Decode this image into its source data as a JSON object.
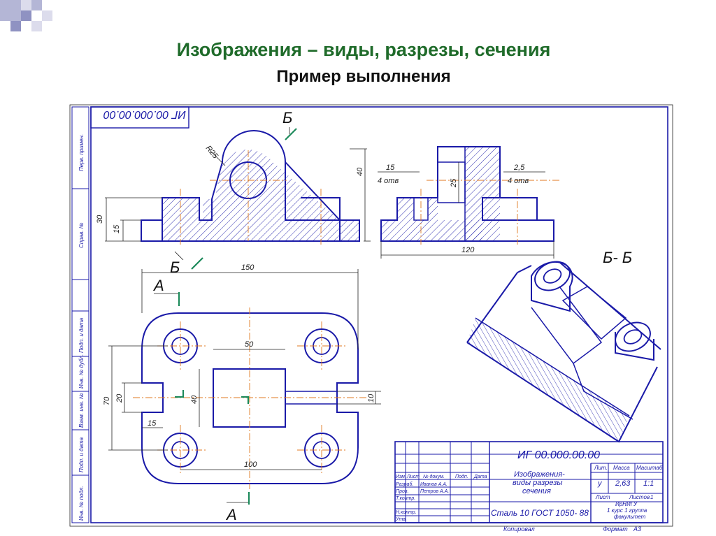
{
  "slide": {
    "title": "Изображения – виды,  разрезы,  сечения",
    "subtitle": "Пример выполнения"
  },
  "stamp": {
    "top_code": "ИГ 00.000.00.00",
    "left_strip": [
      "Перв. примен.",
      "Справ. №",
      "Подп. и дата",
      "Инв. № дубл.",
      "Взам. инв. №",
      "Подп. и дата",
      "Инв. № подл."
    ],
    "code": "ИГ 00.000.00.00",
    "title_lines": [
      "Изображения-",
      "виды  разрезы",
      "сечения"
    ],
    "material": "Сталь 10   ГОСТ 1050- 88",
    "lit_header": "Лит.",
    "mass_header": "Масса",
    "scale_header": "Масштаб",
    "lit_value": "у",
    "mass_value": "2,63",
    "scale_value": "1:1",
    "sheet_label": "Лист",
    "sheets_label": "Листов",
    "sheets_value": "1",
    "org_lines": [
      "ИрНИГУ",
      "1 курс 1 группа",
      "факультет"
    ],
    "col_headers": [
      "Изм.",
      "Лист",
      "№ докум.",
      "Подп.",
      "Дата"
    ],
    "rows": [
      {
        "role": "Разраб.",
        "name": "Иванов А.А."
      },
      {
        "role": "Пров.",
        "name": "Петров А.А."
      },
      {
        "role": "Т.контр.",
        "name": ""
      },
      {
        "role": "",
        "name": ""
      },
      {
        "role": "Н.контр.",
        "name": ""
      },
      {
        "role": "Утв.",
        "name": ""
      }
    ],
    "copied": "Копировал",
    "format_label": "Формат",
    "format_value": "А3"
  },
  "labels": {
    "section_b": "Б",
    "section_b2": "Б",
    "section_a_top": "А",
    "section_a_bottom": "А",
    "section_title": "Б- Б"
  },
  "dimensions": {
    "r25": "R25",
    "h40": "40",
    "h30": "30",
    "h15": "15",
    "d120": "120",
    "d15": "15",
    "holes_left": "4 отв",
    "d25_small": "2,5",
    "holes_right": "4 отв",
    "d25": "25",
    "d150": "150",
    "d50": "50",
    "d70": "70",
    "d20": "20",
    "d40": "40",
    "d10": "10",
    "d15b": "15",
    "d100": "100"
  },
  "colors": {
    "title": "#1f6b2a",
    "lines": "#1a1aa8",
    "centerlines": "#e07a20",
    "cut_marks": "#1d8a5b"
  }
}
